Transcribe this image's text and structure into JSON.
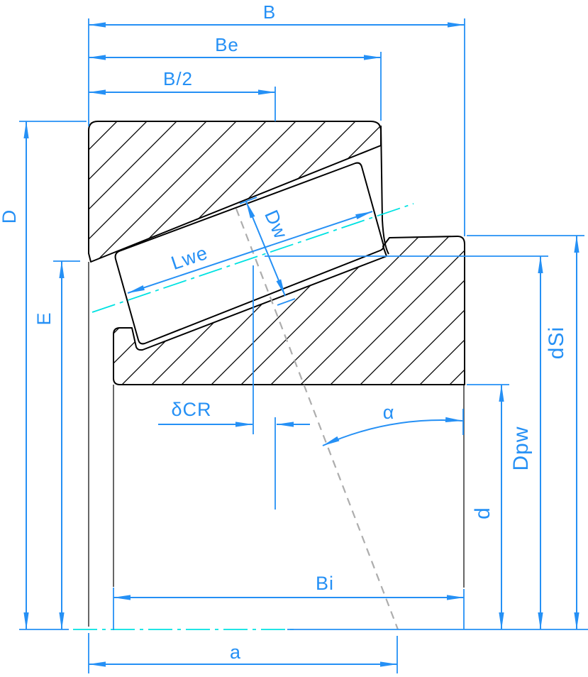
{
  "palette": {
    "dimension_blue": "#2590F5",
    "centerline_cyan": "#00E2E2",
    "contact_line_gray": "#ADADAD",
    "outline_black": "#000000",
    "background": "#FFFFFF"
  },
  "dimensions": {
    "overall_width": "B",
    "effective_width": "Be",
    "half_width": "B/2",
    "outside_diameter": "D",
    "cup_small_inside_diameter": "E",
    "roller_effective_length": "Lwe",
    "roller_diameter": "Dw",
    "center_offset": "δCR",
    "contact_angle": "α",
    "inner_ring_width": "Bi",
    "pressure_center_distance": "a",
    "bore_diameter": "d",
    "pitch_diameter": "Dpw",
    "inner_shoulder_diameter": "dSi"
  }
}
